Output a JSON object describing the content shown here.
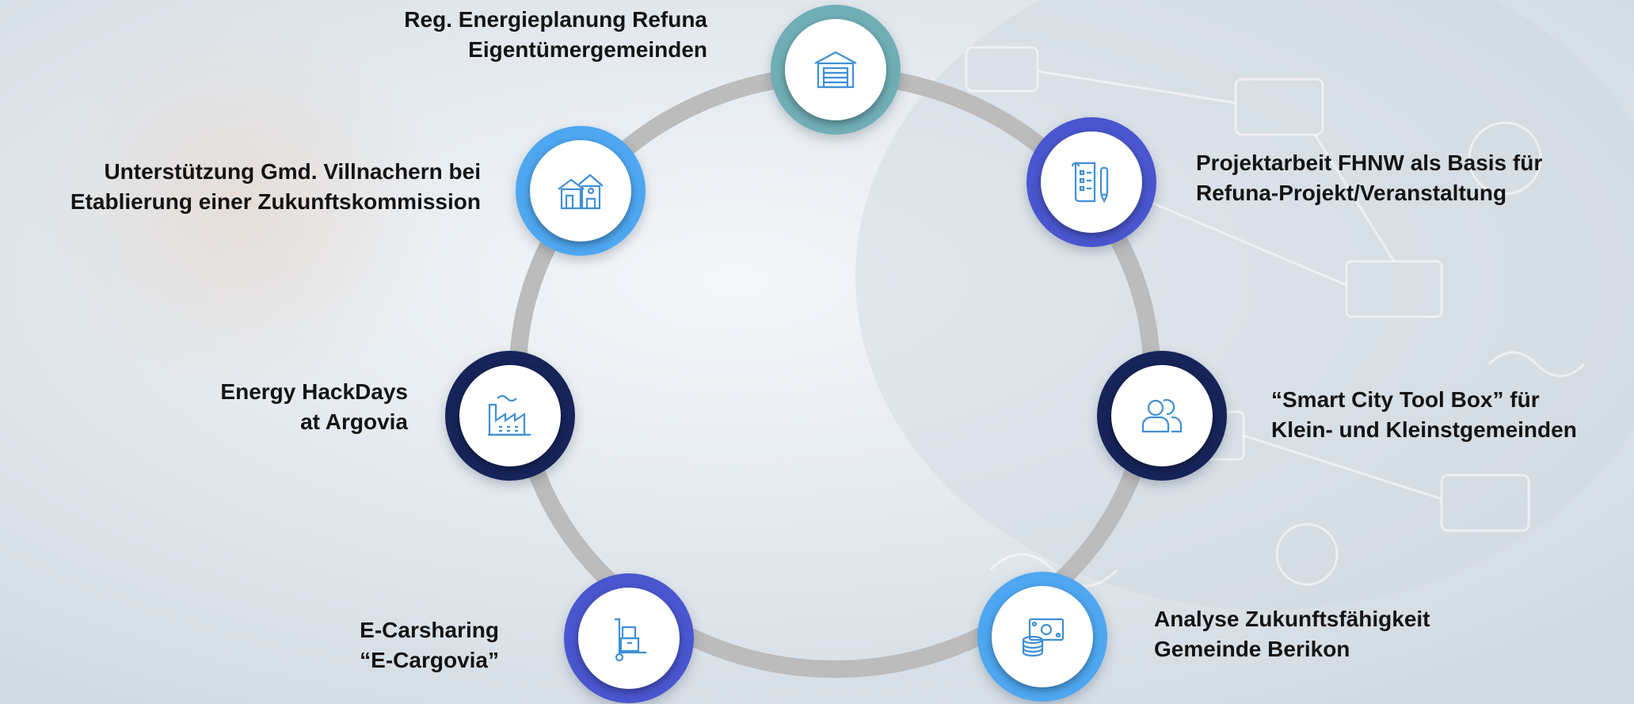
{
  "colors": {
    "ring": "#bcbcbc",
    "teal": "#70aeb6",
    "light_blue": "#4ea7f0",
    "mid_blue": "#4a56cf",
    "navy": "#16245a",
    "icon_stroke": "#3f8fd6"
  },
  "nodes": [
    {
      "id": "top",
      "color": "teal",
      "icon": "garage-icon",
      "label": [
        "Reg. Energieplanung Refuna",
        "Eigentümergemeinden"
      ]
    },
    {
      "id": "upper-right",
      "color": "mid_blue",
      "icon": "document-pen-icon",
      "label": [
        "Projektarbeit FHNW als Basis für",
        "Refuna-Projekt/Veranstaltung"
      ]
    },
    {
      "id": "right",
      "color": "navy",
      "icon": "people-icon",
      "label": [
        "“Smart City Tool Box” für",
        "Klein- und Kleinstgemeinden"
      ]
    },
    {
      "id": "lower-right",
      "color": "light_blue",
      "icon": "money-coins-icon",
      "label": [
        "Analyse Zukunftsfähigkeit",
        "Gemeinde Berikon"
      ]
    },
    {
      "id": "lower-left",
      "color": "mid_blue",
      "icon": "hand-truck-icon",
      "label": [
        "E-Carsharing",
        "“E-Cargovia”"
      ]
    },
    {
      "id": "left",
      "color": "navy",
      "icon": "factory-icon",
      "label": [
        "Energy HackDays",
        "at Argovia"
      ]
    },
    {
      "id": "upper-left",
      "color": "light_blue",
      "icon": "house-icon",
      "label": [
        "Unterstützung Gmd. Villnachern bei",
        "Etablierung einer Zukunftskommission"
      ]
    }
  ]
}
